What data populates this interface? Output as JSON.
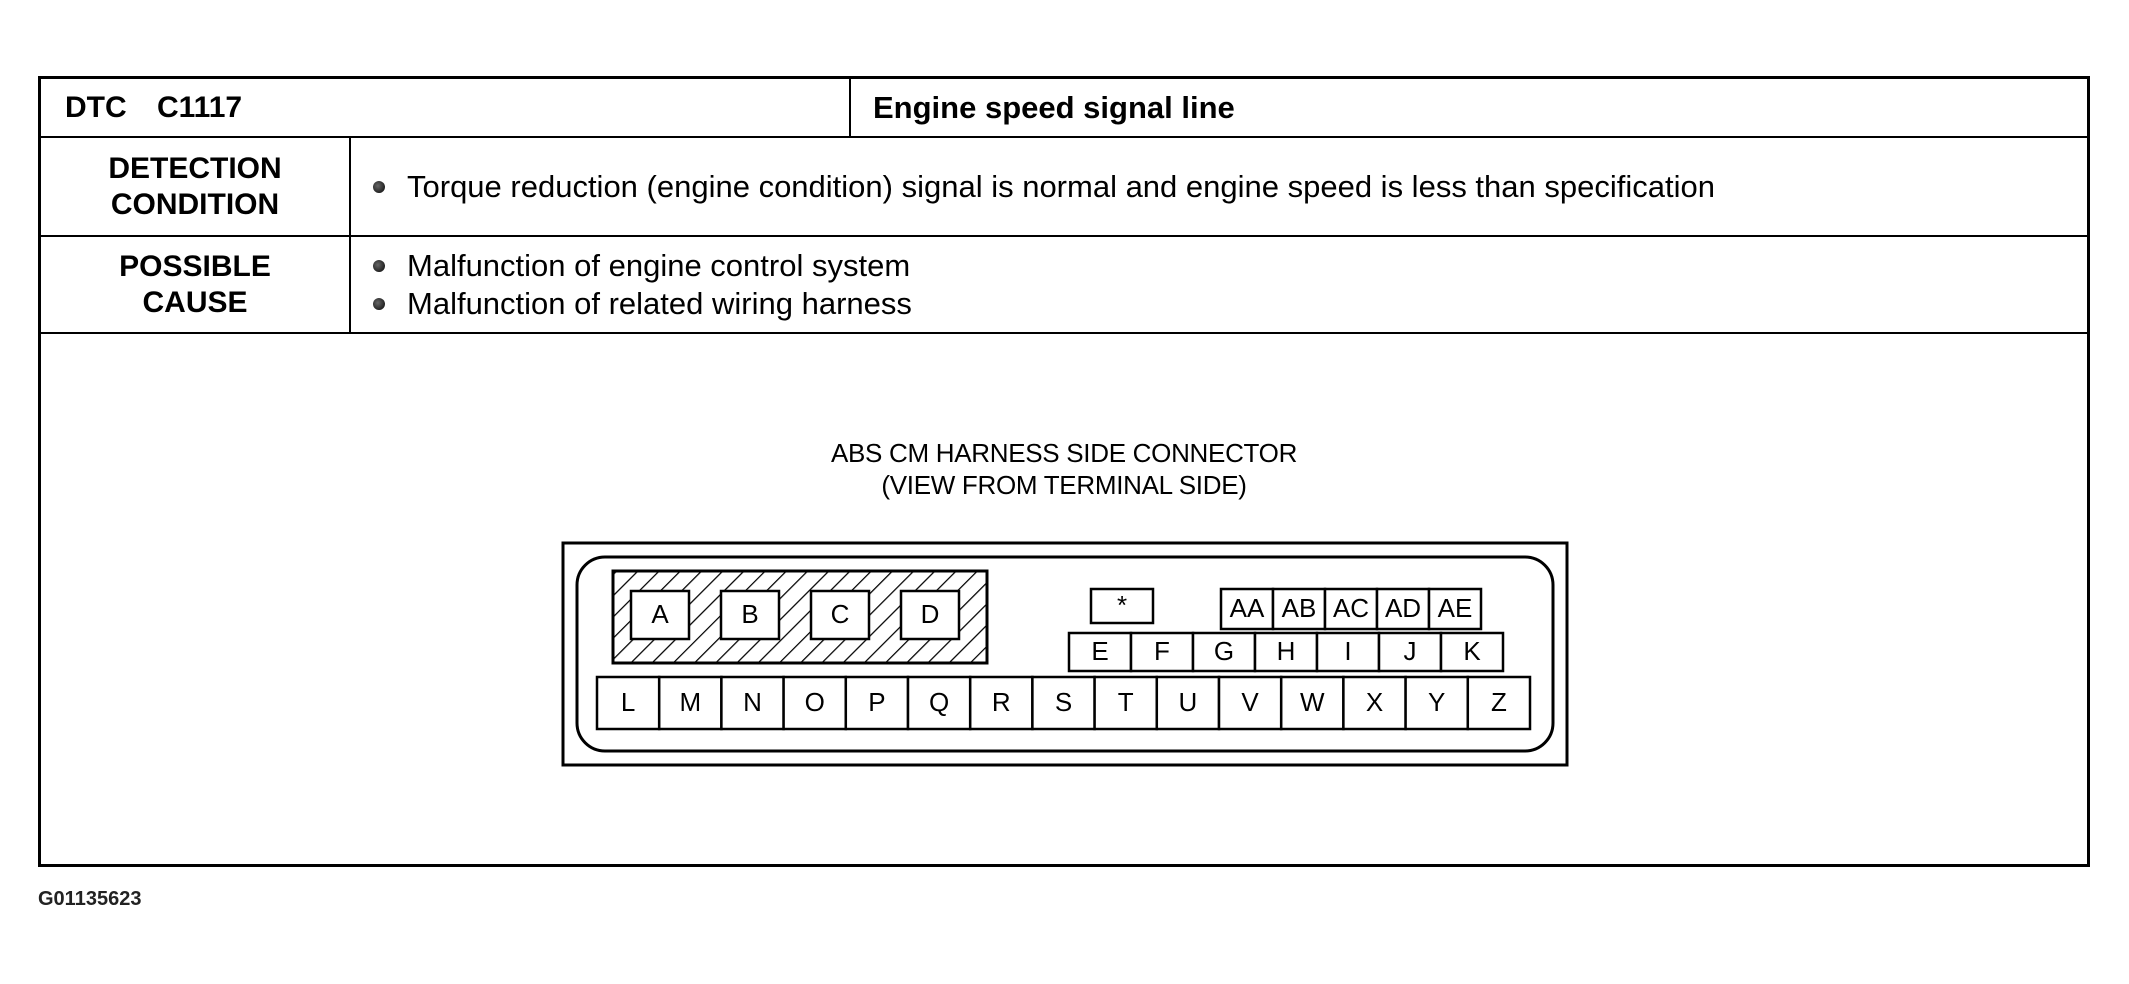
{
  "header": {
    "dtc": "DTC  C1117",
    "title": "Engine speed signal line"
  },
  "detection": {
    "label_line1": "DETECTION",
    "label_line2": "CONDITION",
    "items": [
      "Torque reduction (engine condition) signal is normal and engine speed is less than specification"
    ]
  },
  "cause": {
    "label_line1": "POSSIBLE",
    "label_line2": "CAUSE",
    "items": [
      "Malfunction of engine control system",
      "Malfunction of related wiring harness"
    ]
  },
  "diagram": {
    "title_line1": "ABS CM HARNESS SIDE CONNECTOR",
    "title_line2": "(VIEW FROM TERMINAL SIDE)",
    "large_pins": [
      "A",
      "B",
      "C",
      "D"
    ],
    "star_pin": "*",
    "top_row": [
      "AA",
      "AB",
      "AC",
      "AD",
      "AE"
    ],
    "middle_row": [
      "E",
      "F",
      "G",
      "H",
      "I",
      "J",
      "K"
    ],
    "bottom_row": [
      "L",
      "M",
      "N",
      "O",
      "P",
      "Q",
      "R",
      "S",
      "T",
      "U",
      "V",
      "W",
      "X",
      "Y",
      "Z"
    ]
  },
  "footer": {
    "code": "G01135623"
  }
}
